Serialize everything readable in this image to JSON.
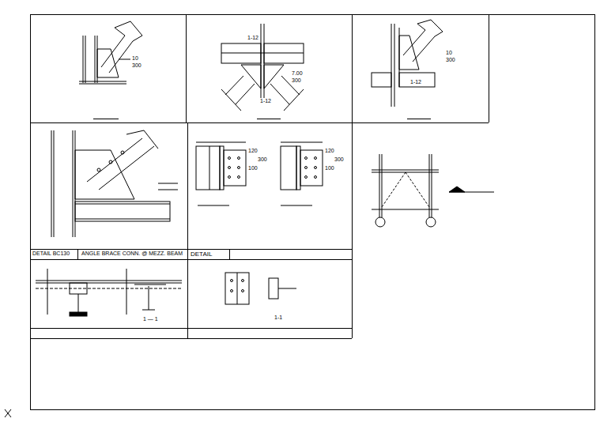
{
  "diagram": {
    "labels": [
      "10",
      "300",
      "1-12",
      "7.00",
      "300",
      "1-12",
      "10",
      "300",
      "1-12",
      "DETAIL BC130",
      "ANGLE BRACE CONN. @ MEZZ. BEAM",
      "120",
      "100",
      "300",
      "120",
      "100",
      "300",
      "DETAIL",
      "1-1",
      "1 — 1"
    ]
  }
}
